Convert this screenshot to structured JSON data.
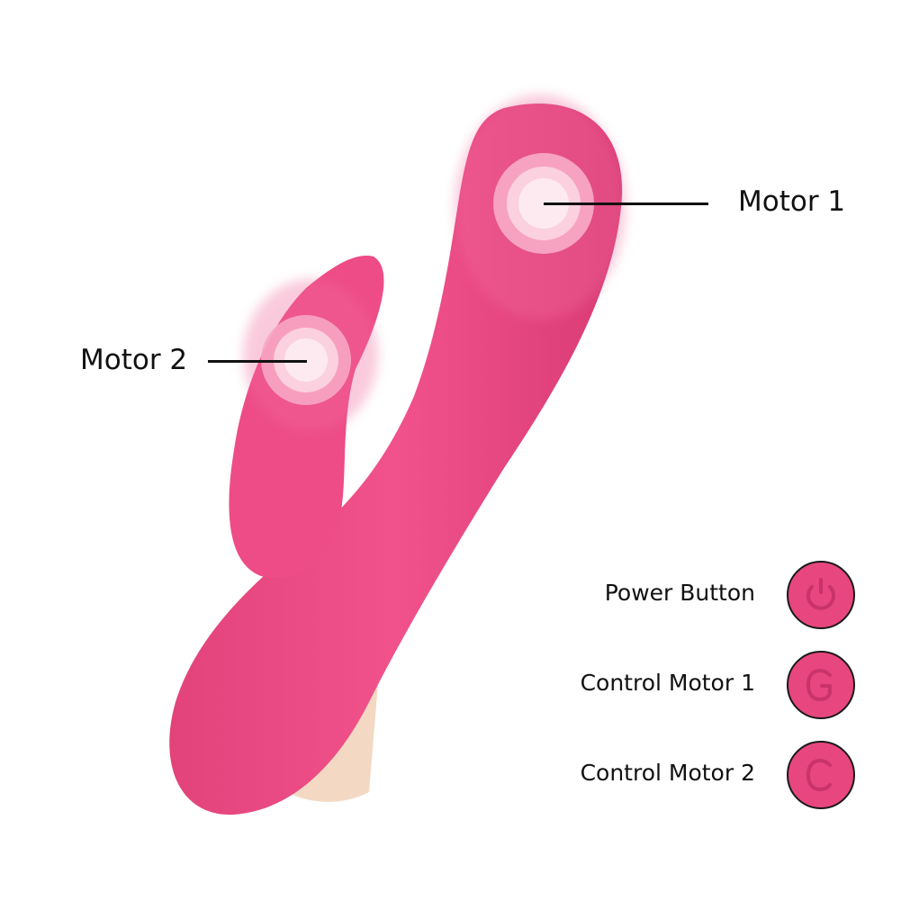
{
  "diagram": {
    "colors": {
      "body": "#f0508a",
      "body_dark": "#d93b74",
      "base": "#f3d9c4",
      "indicator_outer": "#f7a6c3",
      "indicator_mid": "#fbd0df",
      "indicator_inner": "#fdeaf1",
      "button": "#e8467f",
      "text": "#111111"
    },
    "callouts": [
      {
        "label": "Motor 1",
        "position": "upper-right"
      },
      {
        "label": "Motor 2",
        "position": "left"
      }
    ],
    "buttons": [
      {
        "label": "Power Button",
        "icon": "power-icon"
      },
      {
        "label": "Control Motor 1",
        "icon": "letter-g-icon"
      },
      {
        "label": "Control Motor 2",
        "icon": "letter-c-icon"
      }
    ]
  }
}
